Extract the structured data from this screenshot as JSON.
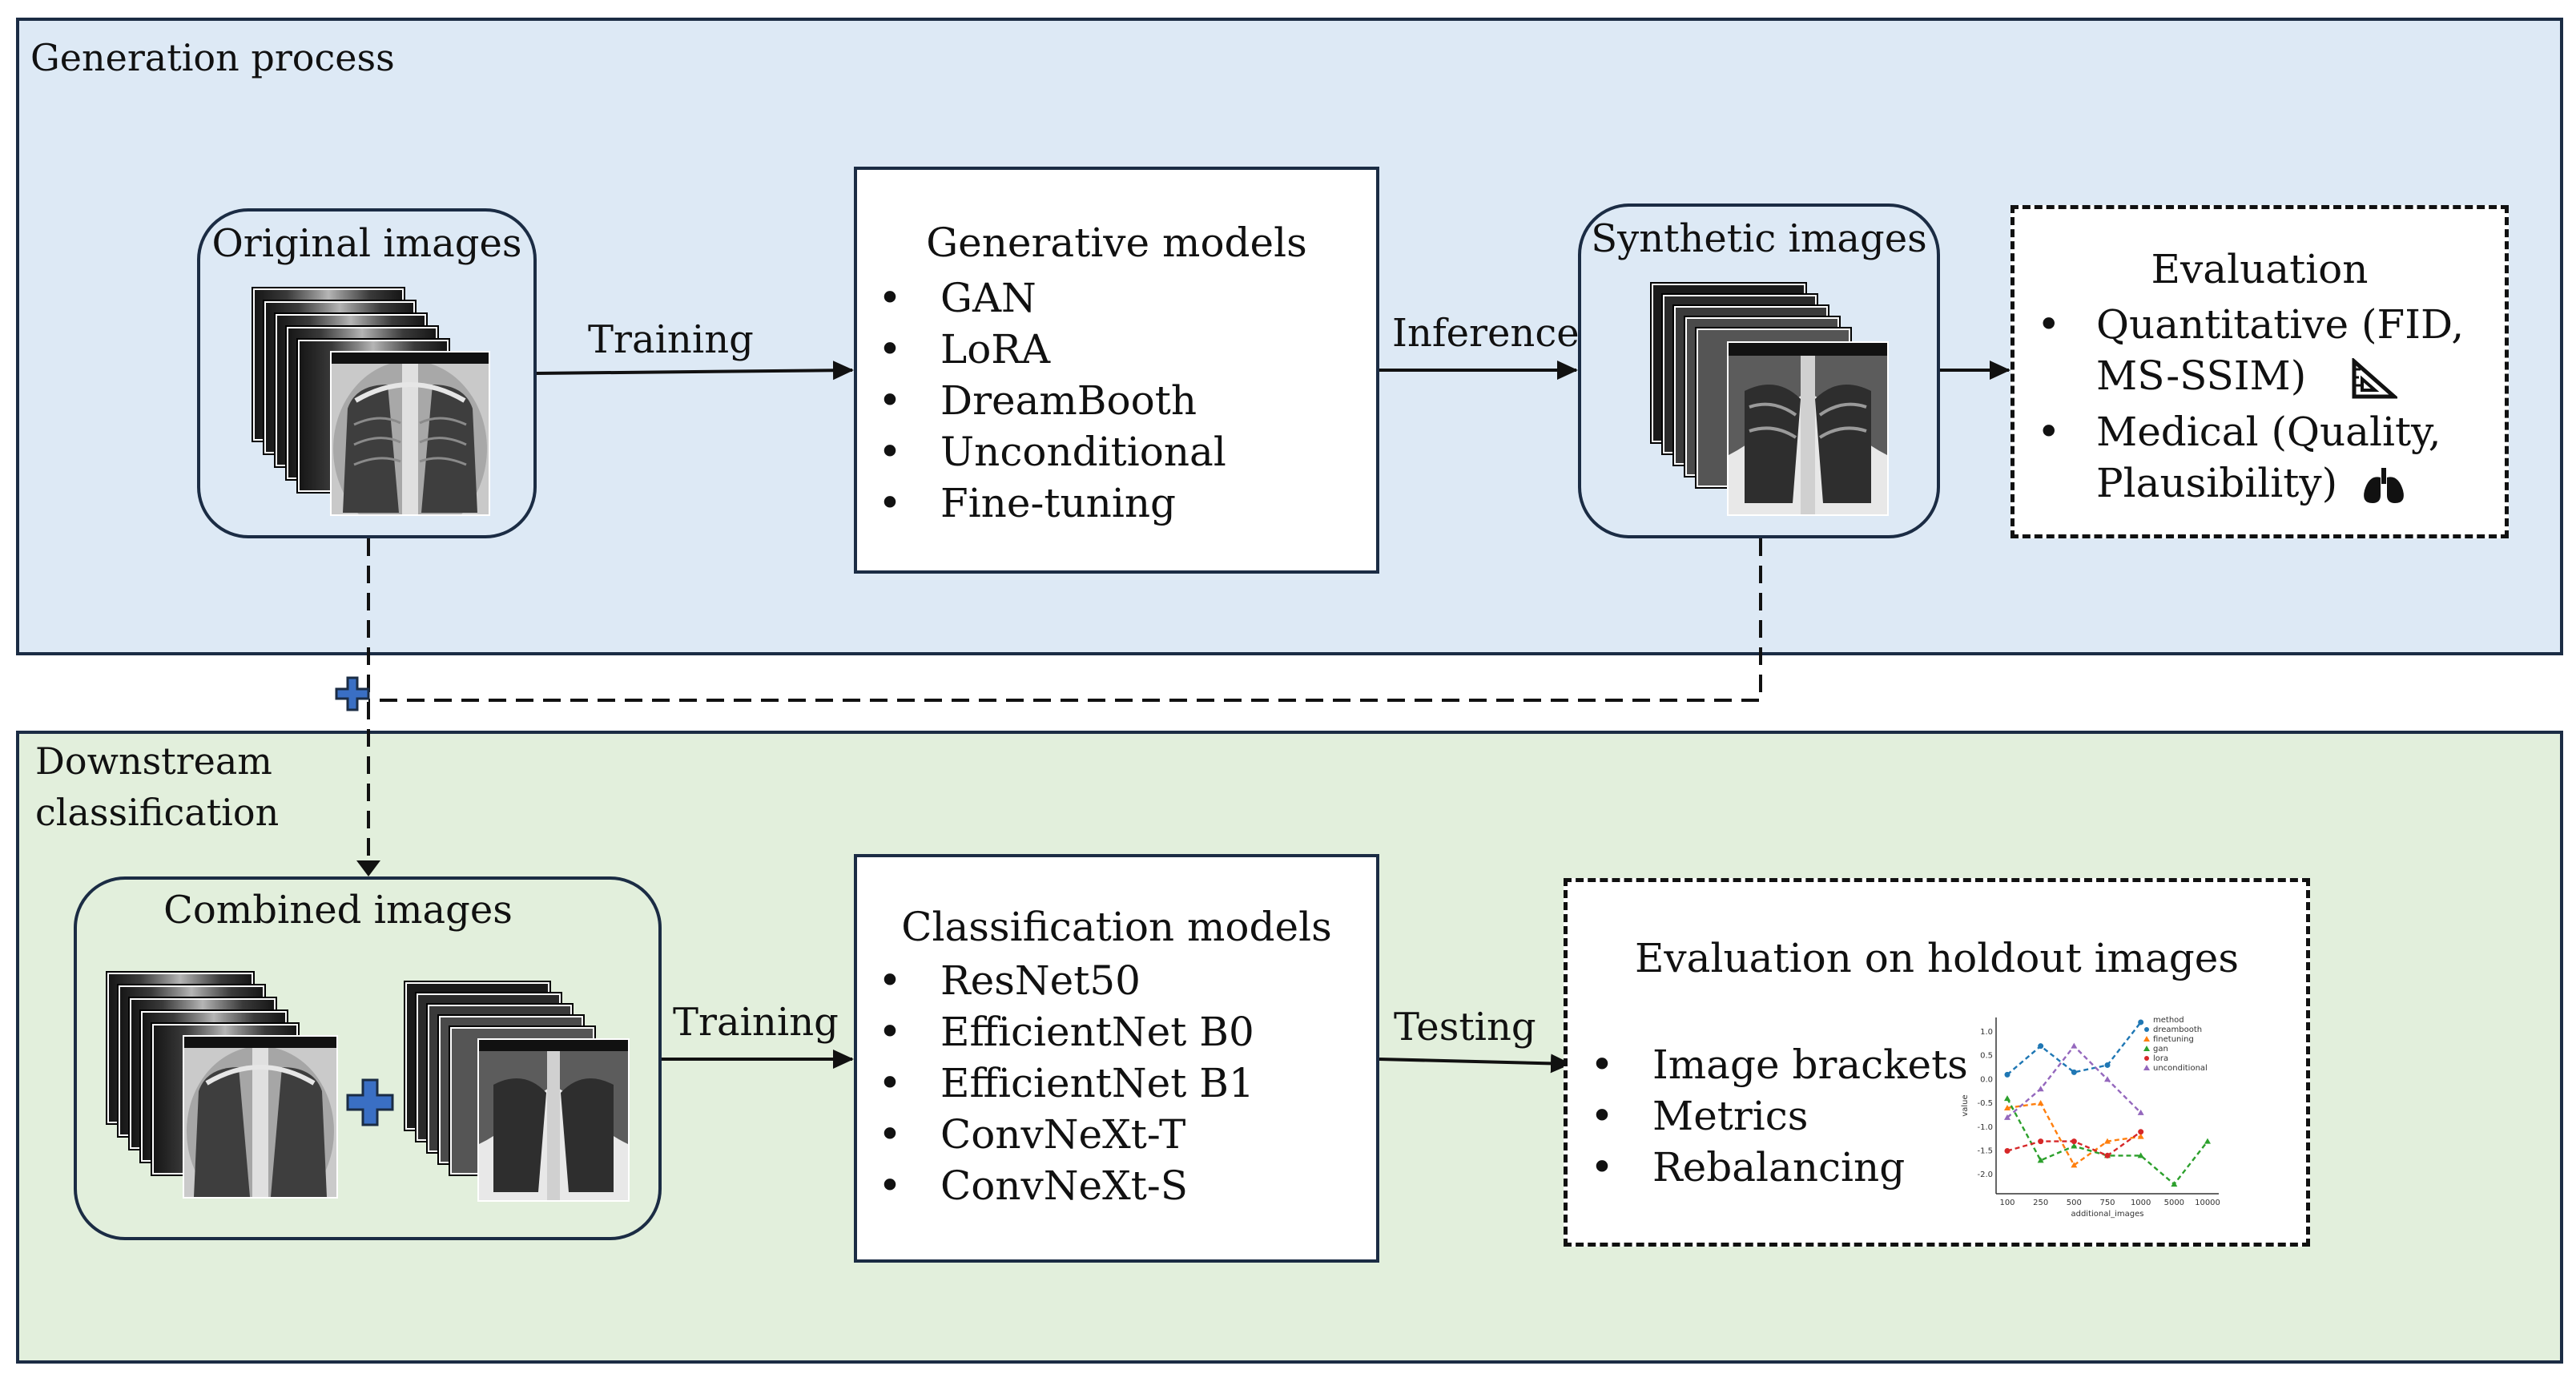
{
  "generation": {
    "title": "Generation process",
    "original_images": "Original images",
    "training_label": "Training",
    "generative_models": {
      "title": "Generative models",
      "items": [
        "GAN",
        "LoRA",
        "DreamBooth",
        "Unconditional",
        "Fine-tuning"
      ]
    },
    "inference_label": "Inference",
    "synthetic_images": "Synthetic images",
    "evaluation": {
      "title": "Evaluation",
      "items": [
        "Quantitative (FID,",
        "MS-SSIM)",
        "Medical (Quality,",
        "Plausibility)"
      ],
      "icons": [
        "set-square-icon",
        "lungs-icon"
      ]
    }
  },
  "downstream": {
    "title_line1": "Downstream",
    "title_line2": "classification",
    "combined_images": "Combined images",
    "training_label": "Training",
    "classification_models": {
      "title": "Classification models",
      "items": [
        "ResNet50",
        "EfficientNet B0",
        "EfficientNet B1",
        "ConvNeXt-T",
        "ConvNeXt-S"
      ]
    },
    "testing_label": "Testing",
    "holdout": {
      "title": "Evaluation on holdout images",
      "items": [
        "Image brackets",
        "Metrics",
        "Rebalancing"
      ]
    }
  },
  "colors": {
    "top_panel": "#dde9f5",
    "bottom_panel": "#e2efdc",
    "border": "#1b2c44",
    "plus": "#3a6fc4"
  },
  "chart_data": {
    "type": "line",
    "xlabel": "additional_images",
    "ylabel": "value",
    "x_tick_labels": [
      "100",
      "250",
      "500",
      "750",
      "1000",
      "5000",
      "10000"
    ],
    "y_tick_labels": [
      "1.0",
      "0.5",
      "0.0",
      "-0.5",
      "-1.0",
      "-1.5",
      "-2.0"
    ],
    "ylim": [
      -2.4,
      1.3
    ],
    "legend_title": "method",
    "legend_position": "top-right",
    "series": [
      {
        "name": "dreambooth",
        "color": "#1f77b4",
        "marker": "circle",
        "x": [
          0,
          1,
          2,
          3,
          4
        ],
        "values": [
          0.1,
          0.7,
          0.15,
          0.3,
          1.2
        ]
      },
      {
        "name": "finetuning",
        "color": "#ff7f0e",
        "marker": "triangle",
        "x": [
          0,
          1,
          2,
          3,
          4
        ],
        "values": [
          -0.6,
          -0.5,
          -1.8,
          -1.3,
          -1.2
        ]
      },
      {
        "name": "gan",
        "color": "#2ca02c",
        "marker": "triangle",
        "x": [
          0,
          1,
          2,
          3,
          4,
          5,
          6
        ],
        "values": [
          -0.4,
          -1.7,
          -1.4,
          -1.6,
          -1.6,
          -2.2,
          -1.3
        ]
      },
      {
        "name": "lora",
        "color": "#d62728",
        "marker": "circle",
        "x": [
          0,
          1,
          2,
          3,
          4
        ],
        "values": [
          -1.5,
          -1.3,
          -1.3,
          -1.6,
          -1.1
        ]
      },
      {
        "name": "unconditional",
        "color": "#9467bd",
        "marker": "triangle",
        "x": [
          0,
          1,
          2,
          3,
          4
        ],
        "values": [
          -0.8,
          -0.2,
          0.7,
          0.0,
          -0.7
        ]
      }
    ]
  }
}
